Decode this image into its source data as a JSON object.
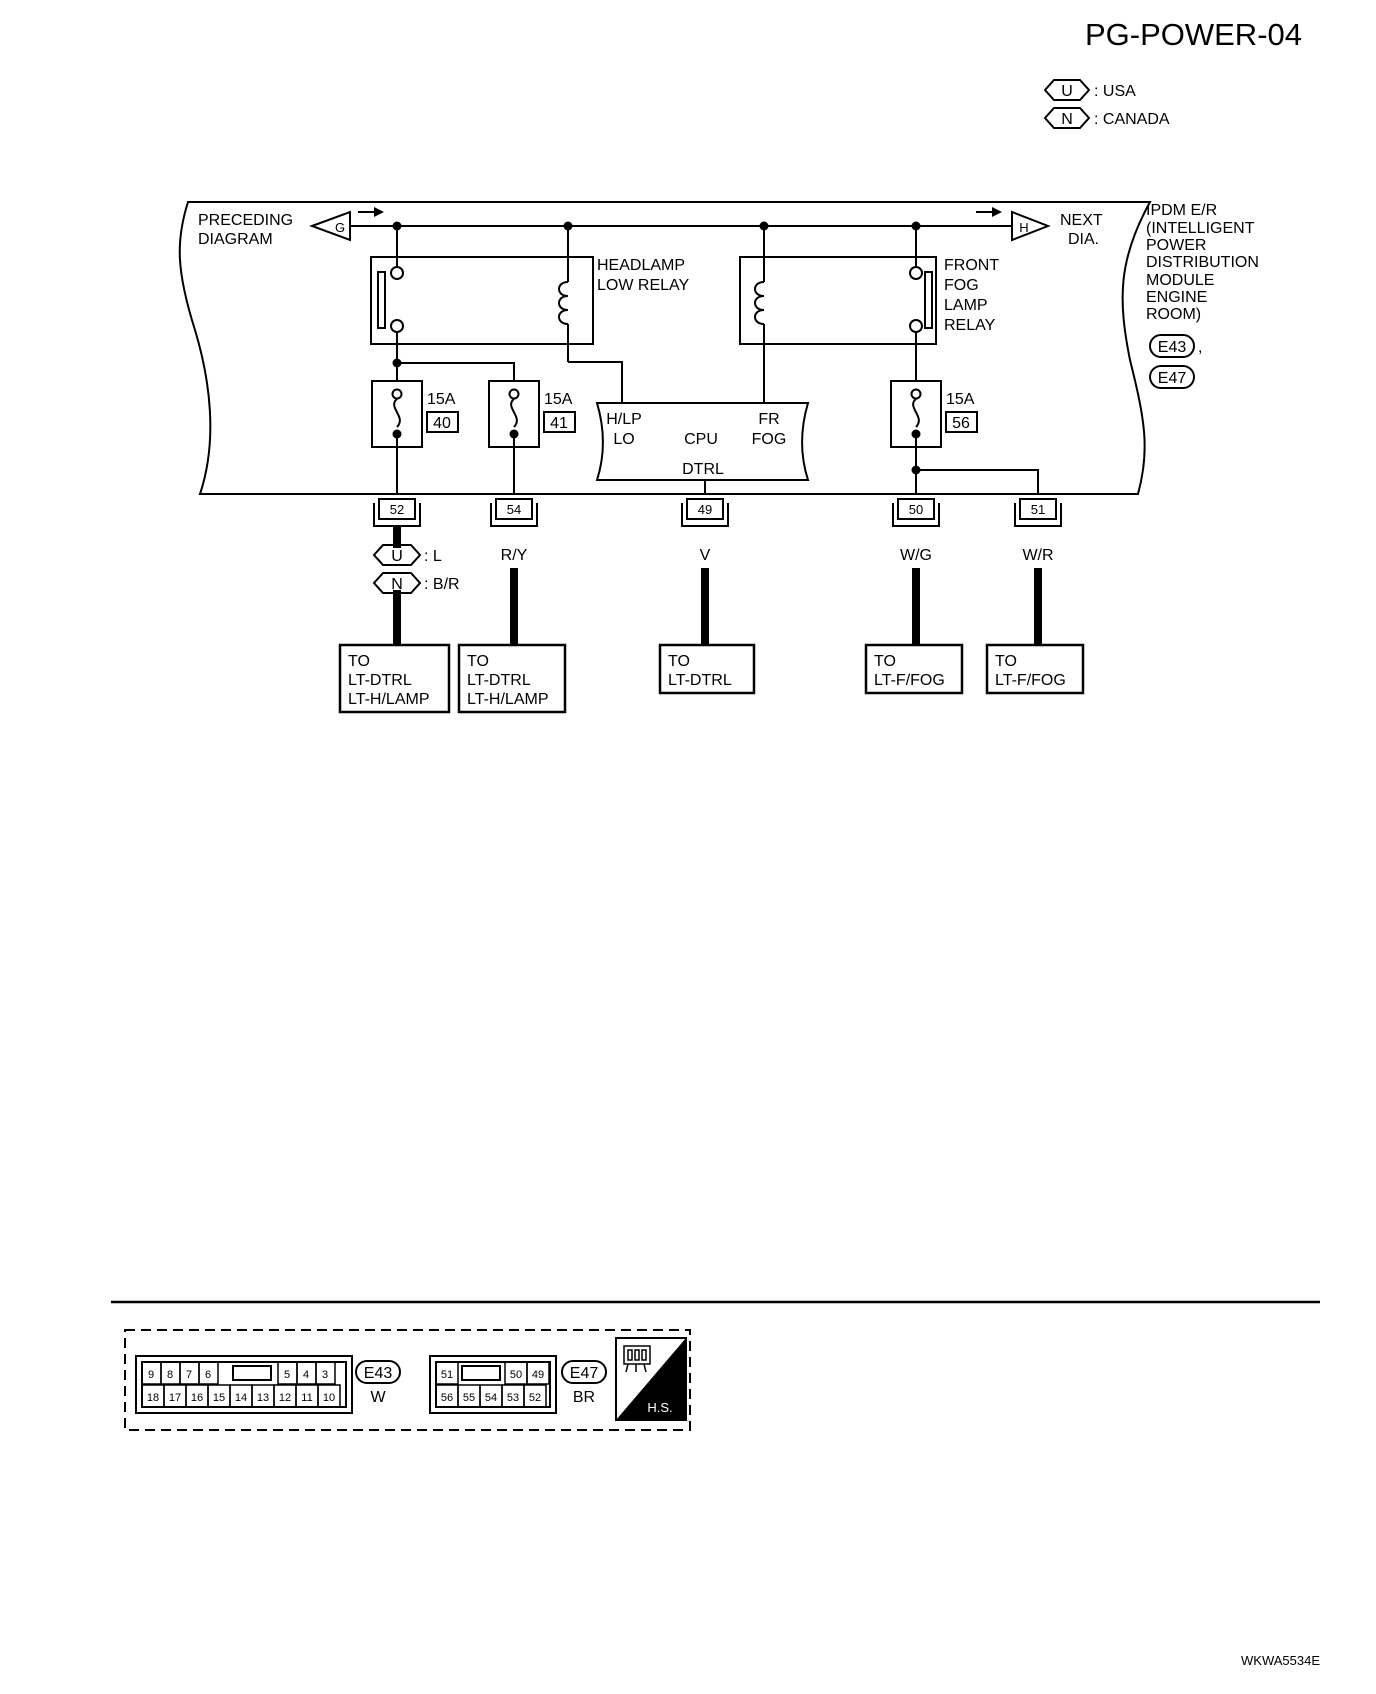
{
  "page_id": "PG-POWER-04",
  "legend": [
    {
      "code": "U",
      "label": ": USA"
    },
    {
      "code": "N",
      "label": ": CANADA"
    }
  ],
  "module": {
    "name_lines": [
      "IPDM E/R",
      "(INTELLIGENT",
      "POWER",
      "DISTRIBUTION",
      "MODULE",
      "ENGINE",
      "ROOM)"
    ],
    "connectors": [
      "E43",
      "E47"
    ],
    "connector_sep": ","
  },
  "preceding": {
    "lines": [
      "PRECEDING",
      "DIAGRAM"
    ],
    "marker": "G"
  },
  "next": {
    "lines": [
      "NEXT",
      "DIA."
    ],
    "marker": "H"
  },
  "relays": {
    "headlamp_low": [
      "HEADLAMP",
      "LOW RELAY"
    ],
    "front_fog": [
      "FRONT",
      "FOG",
      "LAMP",
      "RELAY"
    ]
  },
  "fuses": [
    {
      "amp": "15A",
      "num": "40"
    },
    {
      "amp": "15A",
      "num": "41"
    },
    {
      "amp": "15A",
      "num": "56"
    }
  ],
  "cpu": {
    "hlp_lines": [
      "H/LP",
      "LO"
    ],
    "cpu": "CPU",
    "fr_lines": [
      "FR",
      "FOG"
    ],
    "dtrl": "DTRL"
  },
  "terminals": [
    "52",
    "54",
    "49",
    "50",
    "51"
  ],
  "wire_colors": {
    "t52": [
      {
        "code": "U",
        "color": ": L"
      },
      {
        "code": "N",
        "color": ": B/R"
      }
    ],
    "t54": "R/Y",
    "t49": "V",
    "t50": "W/G",
    "t51": "W/R"
  },
  "destinations": [
    [
      "TO",
      "LT-DTRL",
      "LT-H/LAMP"
    ],
    [
      "TO",
      "LT-DTRL",
      "LT-H/LAMP"
    ],
    [
      "TO",
      "LT-DTRL"
    ],
    [
      "TO",
      "LT-F/FOG"
    ],
    [
      "TO",
      "LT-F/FOG"
    ]
  ],
  "connector_views": {
    "e43": {
      "top": [
        "9",
        "8",
        "7",
        "6",
        "5",
        "4",
        "3"
      ],
      "bottom": [
        "18",
        "17",
        "16",
        "15",
        "14",
        "13",
        "12",
        "11",
        "10"
      ],
      "id": "E43",
      "color": "W"
    },
    "e47": {
      "top": [
        "51",
        "50",
        "49"
      ],
      "bottom": [
        "56",
        "55",
        "54",
        "53",
        "52"
      ],
      "id": "E47",
      "color": "BR"
    },
    "hs_label": "H.S."
  },
  "footer_code": "WKWA5534E"
}
